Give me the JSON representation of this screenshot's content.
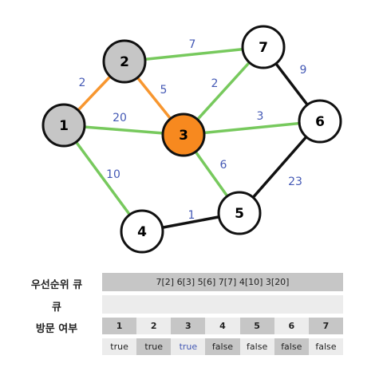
{
  "graph": {
    "nodes": [
      {
        "id": "1",
        "label": "1",
        "fill": "#c6c6c6"
      },
      {
        "id": "2",
        "label": "2",
        "fill": "#c6c6c6"
      },
      {
        "id": "3",
        "label": "3",
        "fill": "#f7891f"
      },
      {
        "id": "4",
        "label": "4",
        "fill": "#ffffff"
      },
      {
        "id": "5",
        "label": "5",
        "fill": "#ffffff"
      },
      {
        "id": "6",
        "label": "6",
        "fill": "#ffffff"
      },
      {
        "id": "7",
        "label": "7",
        "fill": "#ffffff"
      }
    ],
    "edges": [
      {
        "from": "1",
        "to": "2",
        "weight": "2",
        "color": "#f7962f"
      },
      {
        "from": "2",
        "to": "3",
        "weight": "5",
        "color": "#f7962f"
      },
      {
        "from": "1",
        "to": "3",
        "weight": "20",
        "color": "#77c95d"
      },
      {
        "from": "2",
        "to": "7",
        "weight": "7",
        "color": "#77c95d"
      },
      {
        "from": "3",
        "to": "7",
        "weight": "2",
        "color": "#77c95d"
      },
      {
        "from": "3",
        "to": "6",
        "weight": "3",
        "color": "#77c95d"
      },
      {
        "from": "3",
        "to": "5",
        "weight": "6",
        "color": "#77c95d"
      },
      {
        "from": "1",
        "to": "4",
        "weight": "10",
        "color": "#77c95d"
      },
      {
        "from": "4",
        "to": "5",
        "weight": "1",
        "color": "#111111"
      },
      {
        "from": "5",
        "to": "6",
        "weight": "23",
        "color": "#111111"
      },
      {
        "from": "7",
        "to": "6",
        "weight": "9",
        "color": "#111111"
      }
    ]
  },
  "table": {
    "priority_queue_label": "우선순위 큐",
    "priority_queue_value": "7[2] 6[3] 5[6] 7[7] 4[10] 3[20]",
    "queue_label": "큐",
    "queue_value": "",
    "visited_label": "방문 여부",
    "visited": [
      {
        "node": "1",
        "value": "true"
      },
      {
        "node": "2",
        "value": "true"
      },
      {
        "node": "3",
        "value": "true",
        "highlight": "#4459b5"
      },
      {
        "node": "4",
        "value": "false"
      },
      {
        "node": "5",
        "value": "false"
      },
      {
        "node": "6",
        "value": "false"
      },
      {
        "node": "7",
        "value": "false"
      }
    ]
  }
}
